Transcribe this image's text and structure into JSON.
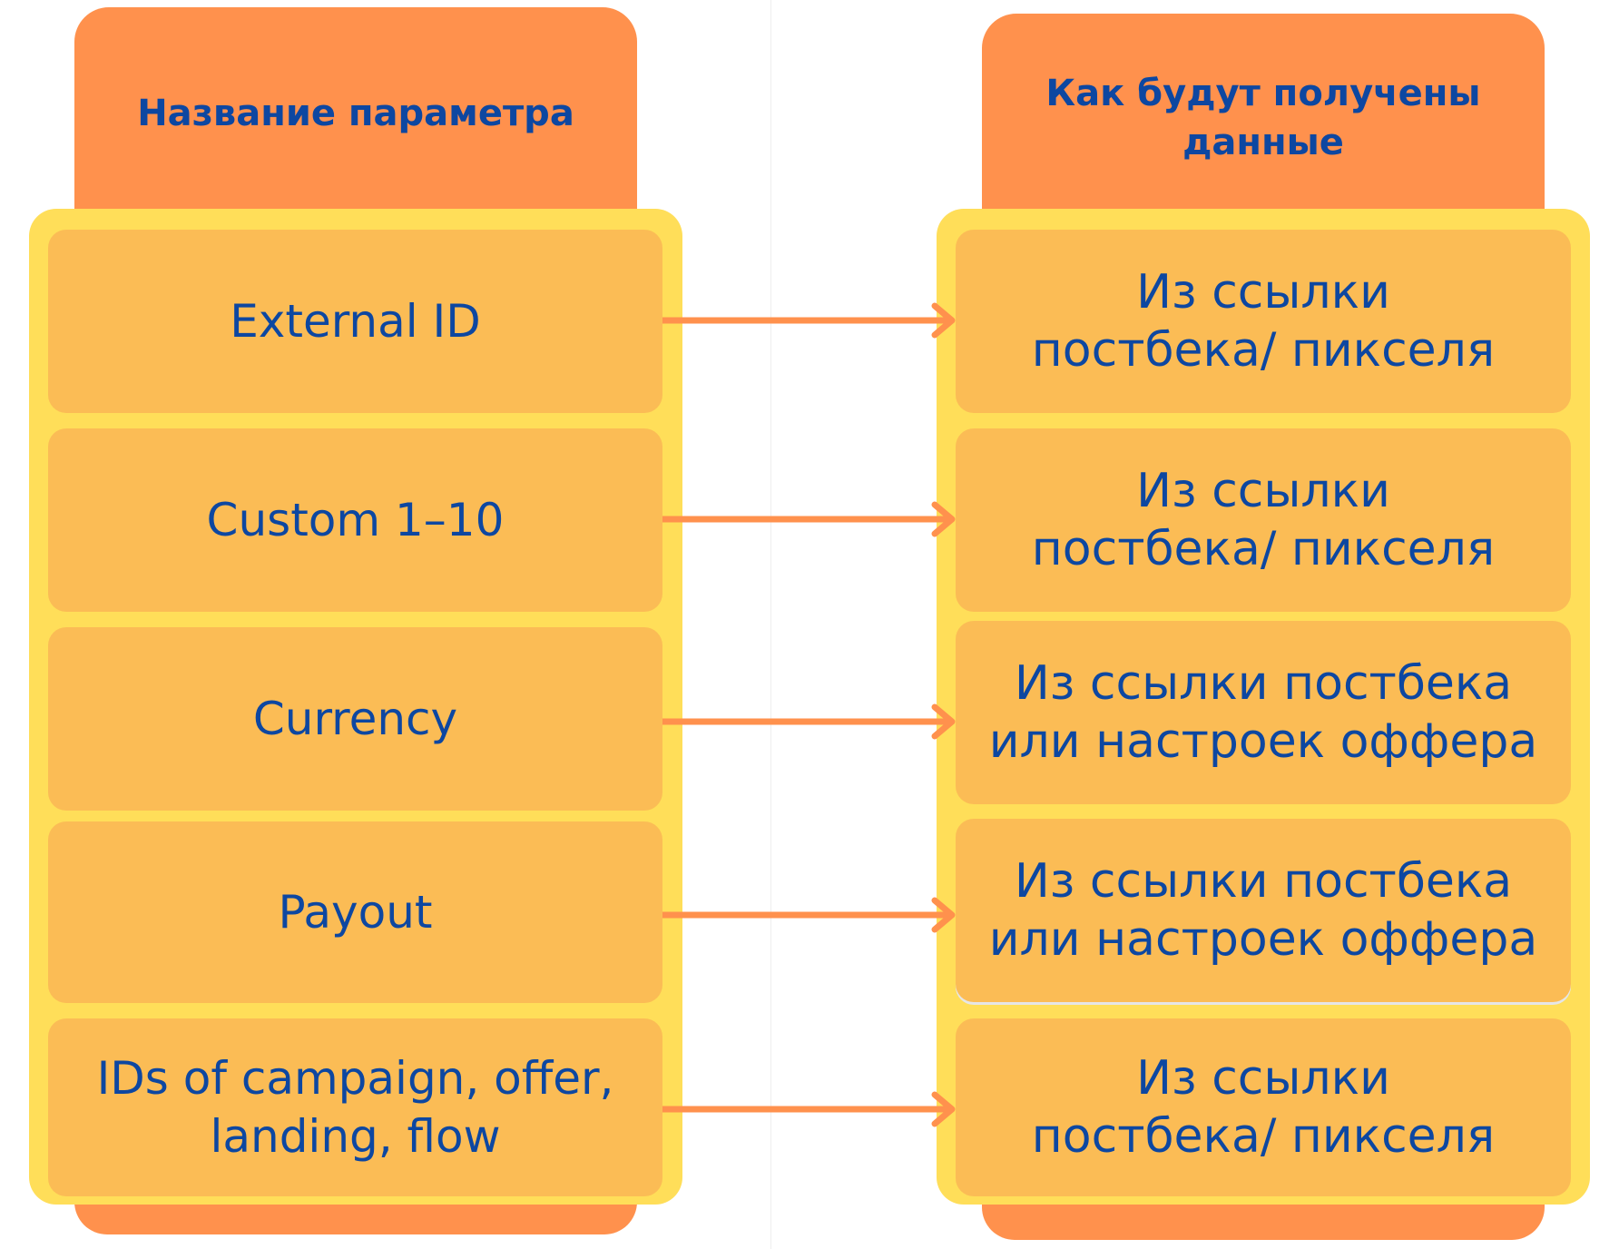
{
  "columns": {
    "left_header": "Название параметра",
    "right_header": "Как будут получены данные"
  },
  "rows": [
    {
      "parameter": "External ID",
      "source": "Из ссылки постбека/ пикселя"
    },
    {
      "parameter": "Custom 1–10",
      "source": "Из ссылки постбека/ пикселя"
    },
    {
      "parameter": "Currency",
      "source": "Из ссылки постбека или настроек оффера"
    },
    {
      "parameter": "Payout",
      "source": "Из ссылки постбека или настроек оффера"
    },
    {
      "parameter": "IDs of campaign, offer, landing, flow",
      "source": "Из ссылки постбека/ пикселя"
    }
  ],
  "colors": {
    "header": "#ff914d",
    "panel": "#ffde59",
    "cell": "#fbbc55",
    "text": "#0d47a1",
    "arrow": "#ff914d"
  }
}
